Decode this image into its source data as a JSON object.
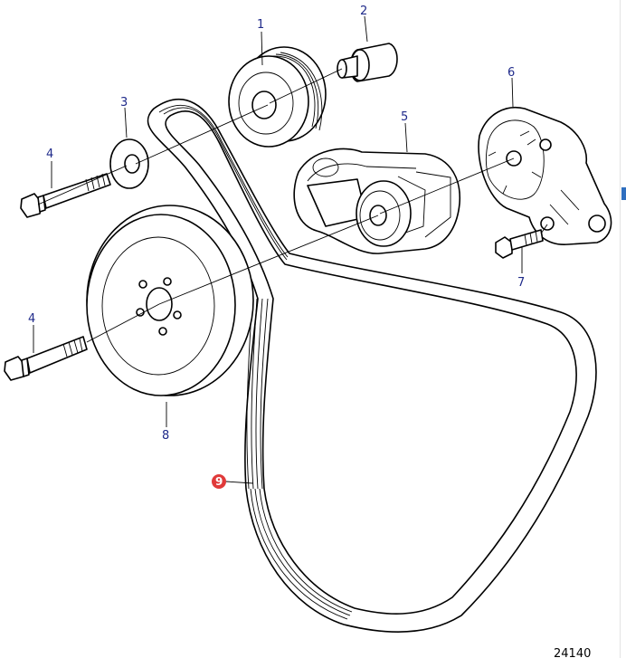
{
  "callouts": {
    "c1": "1",
    "c2": "2",
    "c3": "3",
    "c4a": "4",
    "c4b": "4",
    "c5": "5",
    "c6": "6",
    "c7": "7",
    "c8": "8",
    "c9": "9"
  },
  "highlight_color": "#e03a3a",
  "label_color": "#1f2a8a",
  "drawing_number": "24140"
}
